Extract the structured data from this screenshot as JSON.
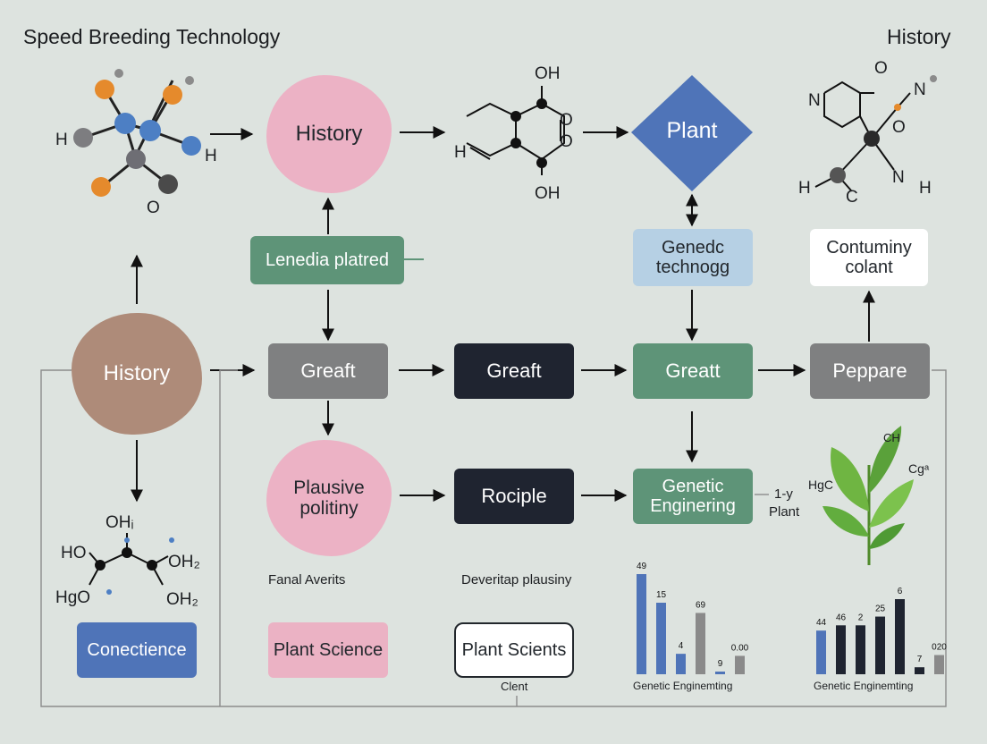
{
  "header": {
    "title_left": "Speed Breeding Technology",
    "title_right": "History"
  },
  "nodes": {
    "history_top": "History",
    "plant_diamond": "Plant",
    "lenedia": "Lenedia platred",
    "genedc": [
      "Genedc",
      "technogg"
    ],
    "contuminy": [
      "Contuminy",
      "colant"
    ],
    "history_left": "History",
    "greaft_gray": "Greaft",
    "greaft_dark": "Greaft",
    "greatt_green": "Greatt",
    "peppare": "Peppare",
    "plausive": [
      "Plausive",
      "politiny"
    ],
    "rociple": "Rociple",
    "genetic": [
      "Genetic",
      "Enginering"
    ],
    "conectience": "Conectience",
    "plant_science": "Plant Science",
    "plant_scients": "Plant Scients"
  },
  "labels": {
    "fanal": "Fanal Averits",
    "deveritap": "Deveritap plausiny",
    "client": "Clent",
    "one_y": "1-y",
    "plant": "Plant",
    "ch": "CH",
    "cg": "Cgᵃ",
    "hgc": "HgC"
  },
  "chem_labels": {
    "top_left": [
      "H",
      "H",
      "O"
    ],
    "top_middle": [
      "OH",
      "H",
      "O",
      "O",
      "OH"
    ],
    "top_right": [
      "N",
      "O",
      "N",
      "O",
      "H",
      "C",
      "N",
      "H"
    ],
    "bottom_left": [
      "OHᵢ",
      "HO",
      "OH₂",
      "HgO",
      "OH₂"
    ]
  },
  "colors": {
    "blue": "#4f74b8",
    "pink": "#ebb2c4",
    "green": "#5e9478",
    "dark": "#1f2430",
    "gray": "#7f8081",
    "tan": "#ae8b79",
    "background": "#dde3df"
  },
  "chart_data": [
    {
      "type": "bar",
      "xlabel": "Genetic Enginemting",
      "value_labels": [
        "49",
        "15",
        "4",
        "69",
        "9",
        "0.00"
      ],
      "values": [
        49,
        35,
        10,
        30,
        1,
        9
      ],
      "colors": [
        "#4f74b8",
        "#4f74b8",
        "#4f74b8",
        "#8a8a8a",
        "#4f74b8",
        "#8a8a8a"
      ]
    },
    {
      "type": "bar",
      "xlabel": "Genetic Enginemting",
      "value_labels": [
        "44",
        "46",
        "2",
        "25",
        "6",
        "7",
        "020"
      ],
      "values": [
        25,
        28,
        28,
        33,
        43,
        4,
        11
      ],
      "colors": [
        "#4f74b8",
        "#1f2430",
        "#1f2430",
        "#1f2430",
        "#1f2430",
        "#1f2430",
        "#8a8a8a"
      ]
    }
  ]
}
